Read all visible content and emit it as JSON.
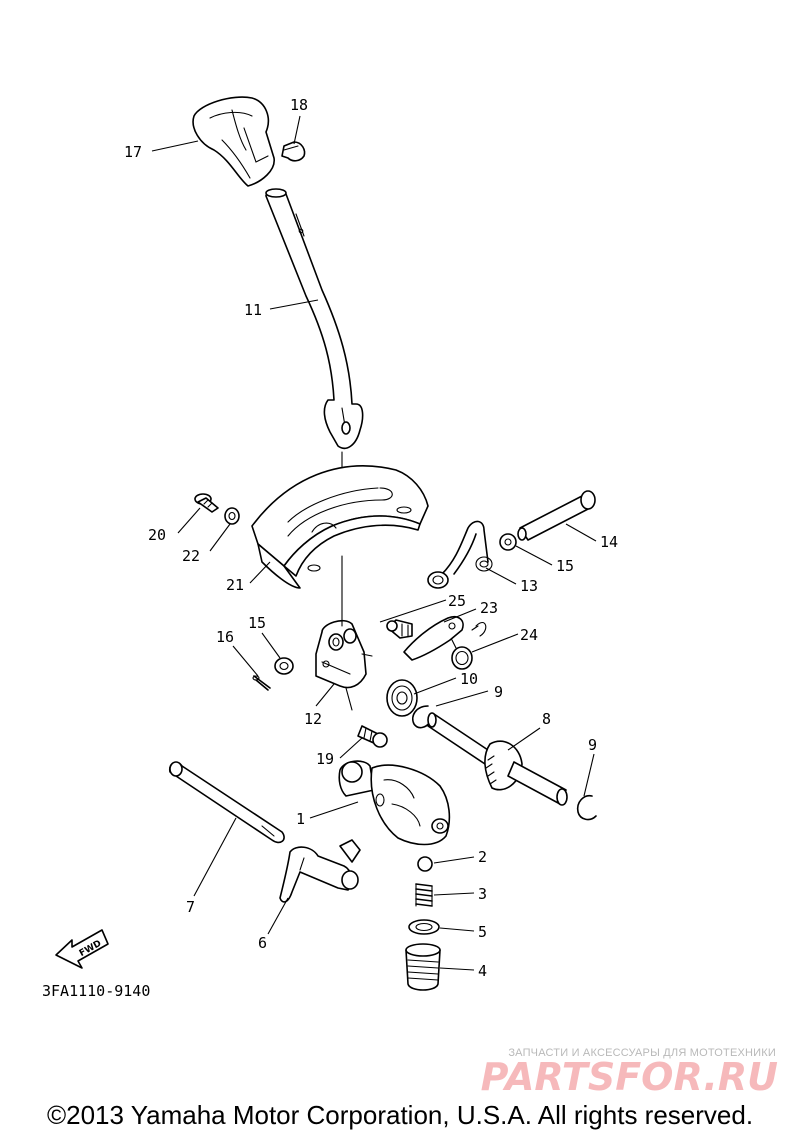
{
  "callouts": [
    "17",
    "18",
    "11",
    "20",
    "22",
    "21",
    "14",
    "15",
    "13",
    "25",
    "23",
    "24",
    "16",
    "15",
    "12",
    "10",
    "9",
    "8",
    "9",
    "19",
    "1",
    "2",
    "3",
    "5",
    "4",
    "7",
    "6"
  ],
  "fwd_label": "FWD",
  "diagram_code": "3FA1110-9140",
  "watermark": {
    "tagline": "ЗАПЧАСТИ И АКСЕССУАРЫ ДЛЯ МОТОТЕХНИКИ",
    "brand": "PARTSFOR.RU"
  },
  "copyright": "©2013 Yamaha Motor Corporation, U.S.A. All rights reserved."
}
